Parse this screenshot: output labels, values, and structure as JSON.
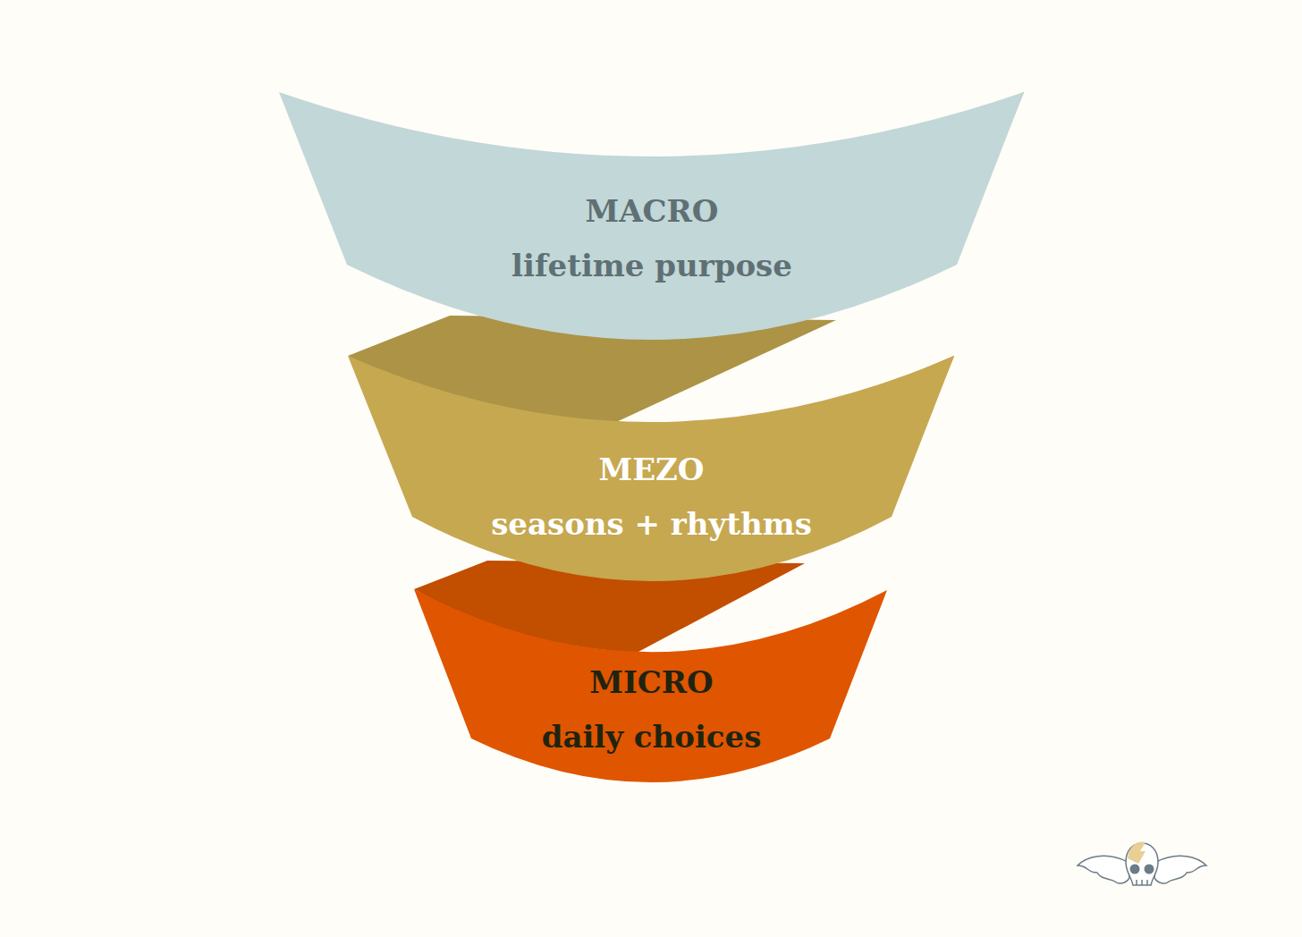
{
  "diagram": {
    "nodes": [
      {
        "text": [
          "MACRO",
          "lifetime purpose"
        ]
      },
      {
        "text": [
          "MEZO",
          "seasons + rhythms"
        ]
      },
      {
        "text": [
          "MICRO",
          "daily choices"
        ]
      }
    ]
  }
}
